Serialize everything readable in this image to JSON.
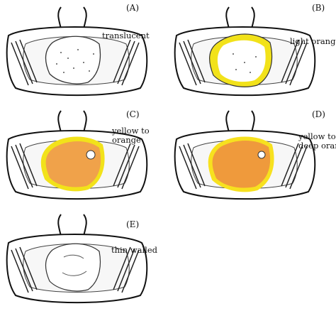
{
  "figure": {
    "panels": [
      {
        "id": "A",
        "letter": "(A)",
        "annotation": [
          "translucent"
        ],
        "fill_style": "stippled",
        "fill_color": "#ffffff",
        "rim_color": ""
      },
      {
        "id": "B",
        "letter": "(B)",
        "annotation": [
          "light orange"
        ],
        "fill_style": "stippled-with-yellow-rim",
        "fill_color": "#ffffff",
        "rim_color": "#f2e21a"
      },
      {
        "id": "C",
        "letter": "(C)",
        "annotation": [
          "yellow to",
          "orange"
        ],
        "fill_style": "solid",
        "fill_color": "#f0a24a",
        "rim_color": "#f2e21a"
      },
      {
        "id": "D",
        "letter": "(D)",
        "annotation": [
          "yellow to",
          "deep orange"
        ],
        "fill_style": "solid",
        "fill_color": "#ef9a3c",
        "rim_color": "#f7e11f"
      },
      {
        "id": "E",
        "letter": "(E)",
        "annotation": [
          "thin walled"
        ],
        "fill_style": "empty",
        "fill_color": "#ffffff",
        "rim_color": ""
      }
    ]
  }
}
